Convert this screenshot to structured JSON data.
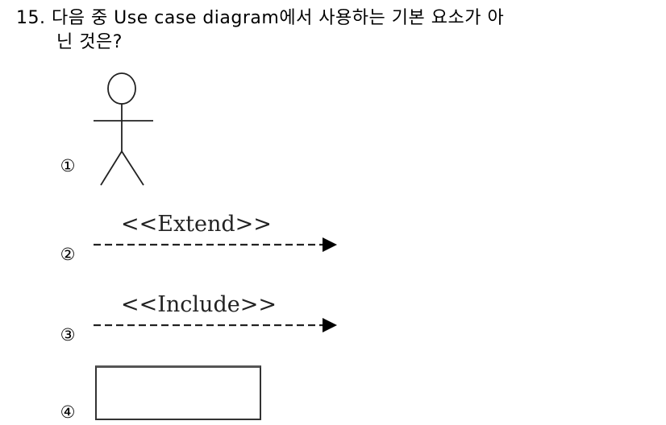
{
  "question": {
    "line1": "15. 다음 중 Use case diagram에서 사용하는 기본 요소가 아",
    "line2": "닌 것은?"
  },
  "options": [
    {
      "number": "①",
      "element": "actor-stick-figure"
    },
    {
      "number": "②",
      "element": "dashed-arrow",
      "label": "<<Extend>>"
    },
    {
      "number": "③",
      "element": "dashed-arrow",
      "label": "<<Include>>"
    },
    {
      "number": "④",
      "element": "rectangle"
    }
  ]
}
